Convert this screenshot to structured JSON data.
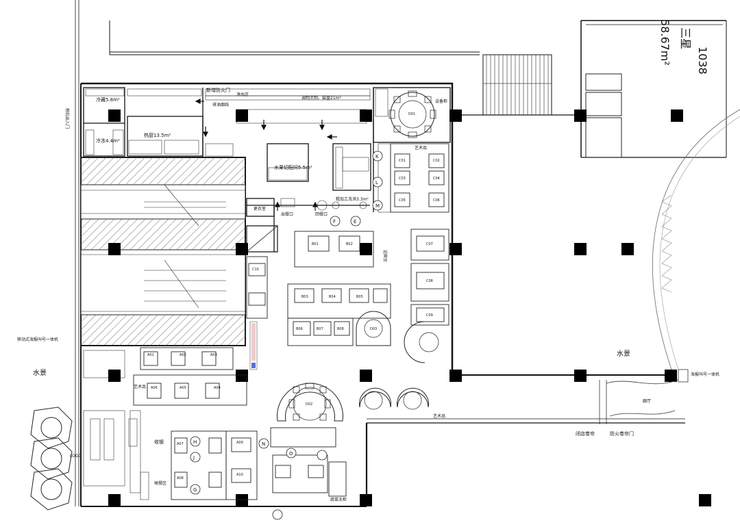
{
  "unit": {
    "number": "1038",
    "name": "三星",
    "area": "58.67m²"
  },
  "rooms": {
    "cold_storage_1": "冷藏5.8m²",
    "cold_storage_2": "冷冻4.4m²",
    "hot_kitchen": "热厨13.5m²",
    "fire_door": "新增防火门",
    "clean_zone": "净水区",
    "exhaust": "排油烟线",
    "prep_area": "调制烹制、装盘21m²",
    "fruit_prep": "水果切配间5.5m²",
    "dish_washing": "粗加工洗消3.3m²",
    "changing_room": "更衣室",
    "pickup_window": "出餐口",
    "dish_return": "回餐口",
    "equipment": "设备柜",
    "art_wall_1": "艺术品",
    "art_wall_2": "艺术品",
    "art_wall_3": "艺术品",
    "cashier": "收银",
    "lounge": "候餐区",
    "water_feature_left": "水景",
    "water_feature_right": "水景",
    "hall": "廊厅",
    "shutter": "闭店卷帘",
    "fire_shutter": "防火卷帘门",
    "queue_machine_left": "移动式海报叫号一体机",
    "queue_machine_right": "海报叫号一体机",
    "side_gate": "侧石出入门",
    "vegetable": "蔬菜冻柜",
    "reception": "迎宾台",
    "logo_panel": "LOGO"
  },
  "tables": {
    "A01": "A01",
    "A02": "A02",
    "A03": "A03",
    "A04": "A04",
    "A05": "A05",
    "A06": "A06",
    "A07": "A07",
    "A08": "A08",
    "A09": "A09",
    "A10": "A10",
    "B01": "B01",
    "B02": "B02",
    "B03": "B03",
    "B04": "B04",
    "B05": "B05",
    "B06": "B06",
    "B07": "B07",
    "B08": "B08",
    "C01": "C01",
    "C02": "C02",
    "C03": "C03",
    "C04": "C04",
    "C05": "C05",
    "C06": "C06",
    "C07": "C07",
    "C08": "C08",
    "C09": "C09",
    "C10": "C10",
    "D01": "D01",
    "D02": "D02",
    "D03": "D03"
  },
  "markers": {
    "K": "K",
    "L": "L",
    "M": "M",
    "F": "F",
    "E": "E",
    "H": "H",
    "J": "J",
    "N": "N",
    "O": "O",
    "G": "G"
  },
  "colors": {
    "wall": "#111111",
    "column": "#000000",
    "line": "#333333",
    "hatch": "#555555",
    "accent": "#2d4bd8"
  }
}
